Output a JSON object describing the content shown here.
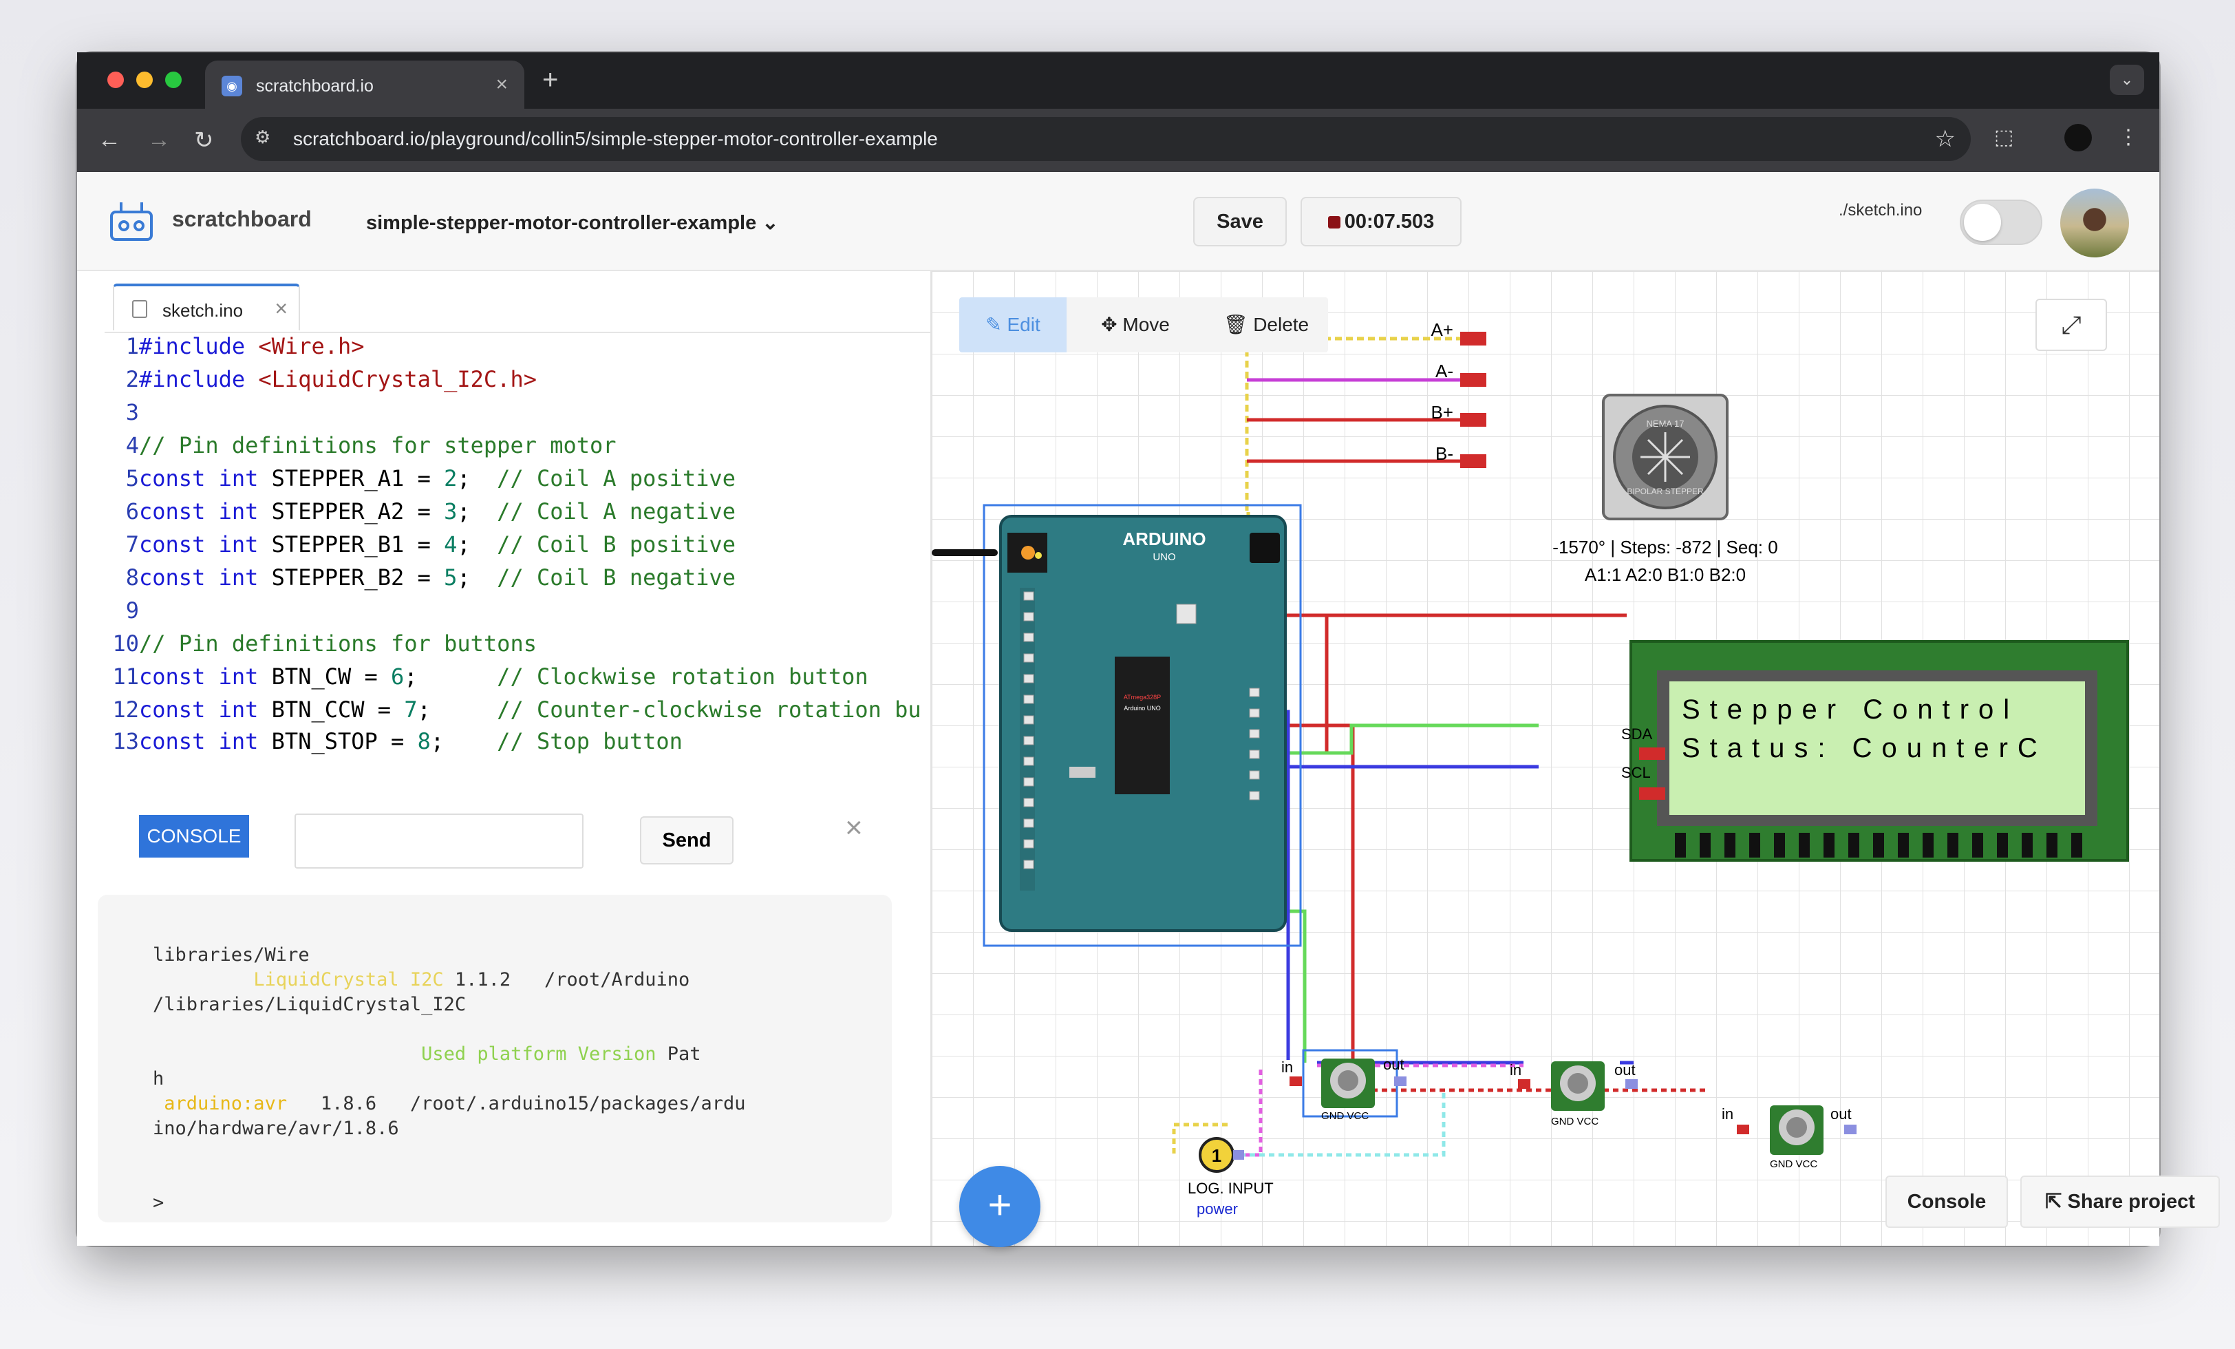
{
  "browser": {
    "tab_title": "scratchboard.io",
    "url": "scratchboard.io/playground/collin5/simple-stepper-motor-controller-example"
  },
  "header": {
    "brand": "scratchboard",
    "project": "simple-stepper-motor-controller-example",
    "save": "Save",
    "timer": "00:07.503",
    "sketch_label": "./sketch.ino"
  },
  "editor": {
    "file_tab": "sketch.ino",
    "lines": [
      {
        "n": "1",
        "a": "#include ",
        "b": "<Wire.h>",
        "c": ""
      },
      {
        "n": "2",
        "a": "#include ",
        "b": "<LiquidCrystal_I2C.h>",
        "c": ""
      },
      {
        "n": "3",
        "a": "",
        "b": "",
        "c": ""
      },
      {
        "n": "4",
        "a": "",
        "b": "",
        "c": "// Pin definitions for stepper motor"
      },
      {
        "n": "5",
        "kw": "const int",
        "id": " STEPPER_A1 = ",
        "num": "2",
        "rest": ";  ",
        "c": "// Coil A positive"
      },
      {
        "n": "6",
        "kw": "const int",
        "id": " STEPPER_A2 = ",
        "num": "3",
        "rest": ";  ",
        "c": "// Coil A negative"
      },
      {
        "n": "7",
        "kw": "const int",
        "id": " STEPPER_B1 = ",
        "num": "4",
        "rest": ";  ",
        "c": "// Coil B positive"
      },
      {
        "n": "8",
        "kw": "const int",
        "id": " STEPPER_B2 = ",
        "num": "5",
        "rest": ";  ",
        "c": "// Coil B negative"
      },
      {
        "n": "9",
        "a": "",
        "b": "",
        "c": ""
      },
      {
        "n": "10",
        "a": "",
        "b": "",
        "c": "// Pin definitions for buttons"
      },
      {
        "n": "11",
        "kw": "const int",
        "id": " BTN_CW = ",
        "num": "6",
        "rest": ";      ",
        "c": "// Clockwise rotation button"
      },
      {
        "n": "12",
        "kw": "const int",
        "id": " BTN_CCW = ",
        "num": "7",
        "rest": ";     ",
        "c": "// Counter-clockwise rotation bu"
      },
      {
        "n": "13",
        "kw": "const int",
        "id": " BTN_STOP = ",
        "num": "8",
        "rest": ";    ",
        "c": "// Stop button"
      }
    ]
  },
  "console": {
    "tab_label": "CONSOLE",
    "send": "Send",
    "output": {
      "l1": "libraries/Wire",
      "l2a": "LiquidCrystal I2C",
      "l2b": " 1.1.2   /root/Arduino",
      "l3": "/libraries/LiquidCrystal_I2C",
      "l4a": "Used platform Version",
      "l4b": " Pat",
      "l5": "h",
      "l6a": "arduino:avr",
      "l6b": "   1.8.6   /root/.arduino15/packages/ardu",
      "l7": "ino/hardware/avr/1.8.6",
      "prompt": ">"
    }
  },
  "canvas_toolbar": {
    "edit": "Edit",
    "move": "Move",
    "delete": "Delete"
  },
  "circuit": {
    "arduino_label": "ARDUINO",
    "arduino_sub": "UNO",
    "motor_pins": [
      "A+",
      "A-",
      "B+",
      "B-"
    ],
    "motor_label_top": "NEMA 17",
    "motor_label_bottom": "BIPOLAR STEPPER",
    "motor_status_1": "-1570° | Steps: -872 | Seq: 0",
    "motor_status_2": "A1:1 A2:0 B1:0 B2:0",
    "lcd_line1": "Stepper Control",
    "lcd_line2": "Status: CounterC",
    "lcd_sda": "SDA",
    "lcd_scl": "SCL",
    "btn_in": "in",
    "btn_out": "out",
    "btn_gnd_vcc": "GND  VCC",
    "log_input": "LOG. INPUT",
    "log_sub": "power"
  },
  "bottom": {
    "console": "Console",
    "share": "Share project"
  },
  "colors": {
    "accent": "#3f8ae6",
    "timer_dot": "#8b1116",
    "lcd_bg": "#c9efb1",
    "board": "#2e7b83"
  }
}
